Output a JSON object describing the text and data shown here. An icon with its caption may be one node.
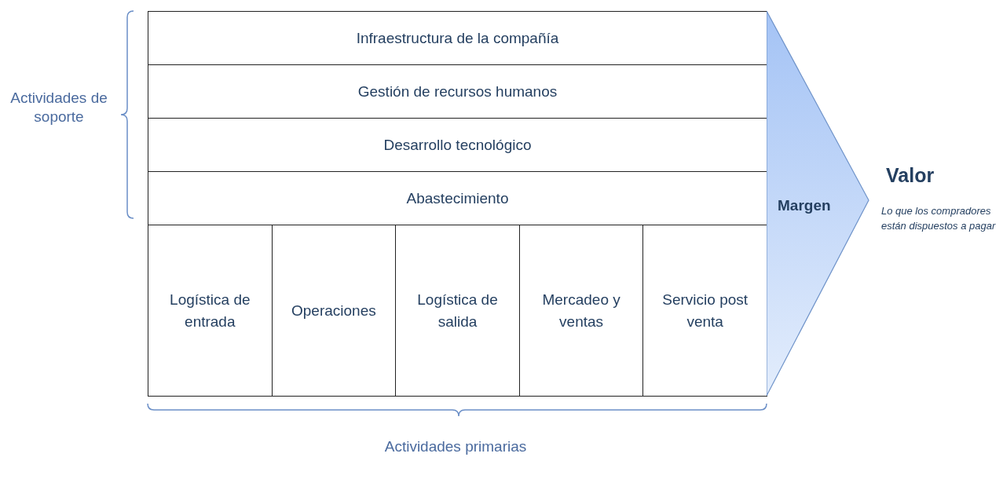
{
  "diagram": {
    "nodes": [
      {
        "text": [
          "Infraestructura de la compañía"
        ]
      },
      {
        "text": [
          "Gestión de recursos humanos"
        ]
      },
      {
        "text": [
          "Desarrollo tecnológico"
        ]
      },
      {
        "text": [
          "Abastecimiento"
        ]
      },
      {
        "text": [
          "Logística de entrada"
        ]
      },
      {
        "text": [
          "Operaciones"
        ]
      },
      {
        "text": [
          "Logística de salida"
        ]
      },
      {
        "text": [
          "Mercadeo y ventas"
        ]
      },
      {
        "text": [
          "Servicio post venta"
        ]
      },
      {
        "text": [
          "Margen"
        ]
      }
    ],
    "labels": [
      "Actividades de soporte",
      "Valor",
      "Lo que los compradores están dispuestos a pagar",
      "Actividades primarias"
    ]
  }
}
